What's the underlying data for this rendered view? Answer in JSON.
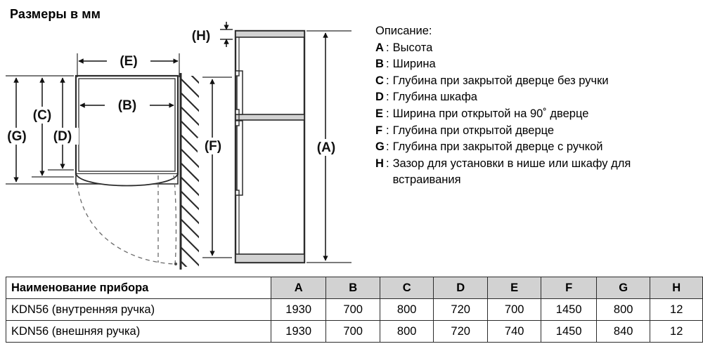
{
  "title": "Размеры в мм",
  "description": {
    "heading": "Описание:",
    "items": [
      {
        "key": "A",
        "text": "Высота"
      },
      {
        "key": "B",
        "text": "Ширина"
      },
      {
        "key": "C",
        "text": "Глубина при закрытой дверце без ручки"
      },
      {
        "key": "D",
        "text": "Глубина шкафа"
      },
      {
        "key": "E",
        "text": "Ширина при открытой на 90˚ дверце"
      },
      {
        "key": "F",
        "text": "Глубина при открытой дверце"
      },
      {
        "key": "G",
        "text": "Глубина при закрытой дверце с ручкой"
      },
      {
        "key": "H",
        "text": "Зазор для установки в нише или шкафу для встраивания"
      }
    ]
  },
  "drawing": {
    "labels": {
      "a": "(A)",
      "b": "(B)",
      "c": "(C)",
      "d": "(D)",
      "e": "(E)",
      "f": "(F)",
      "g": "(G)",
      "h": "(H)"
    }
  },
  "table": {
    "headers": [
      "Наименование прибора",
      "A",
      "B",
      "C",
      "D",
      "E",
      "F",
      "G",
      "H"
    ],
    "rows": [
      {
        "name": "KDN56 (внутренняя ручка)",
        "values": [
          "1930",
          "700",
          "800",
          "720",
          "700",
          "1450",
          "800",
          "12"
        ]
      },
      {
        "name": "KDN56 (внешняя ручка)",
        "values": [
          "1930",
          "700",
          "800",
          "720",
          "740",
          "1450",
          "840",
          "12"
        ]
      }
    ]
  },
  "colors": {
    "line": "#2b2b2b",
    "header_fill": "#d2d2d2",
    "panel_fill": "#d2d2d2",
    "background": "#ffffff"
  }
}
